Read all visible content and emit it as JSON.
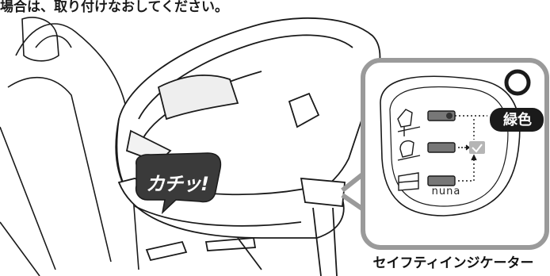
{
  "instruction_fragment": "場合は、取り付けなおしてください。",
  "sound_effect": "カチッ!",
  "indicator": {
    "green_label": "緑色",
    "brand": "nuna",
    "caption": "セイフティインジケーター",
    "ok_symbol": "○"
  },
  "colors": {
    "line": "#1a1a1a",
    "panel_bg": "#ffffff",
    "callout_border": "#9a9a9a",
    "bubble_fill": "#3a3a3a",
    "indicator_dot_green": "#555555",
    "check_gray": "#b5b5b5"
  }
}
